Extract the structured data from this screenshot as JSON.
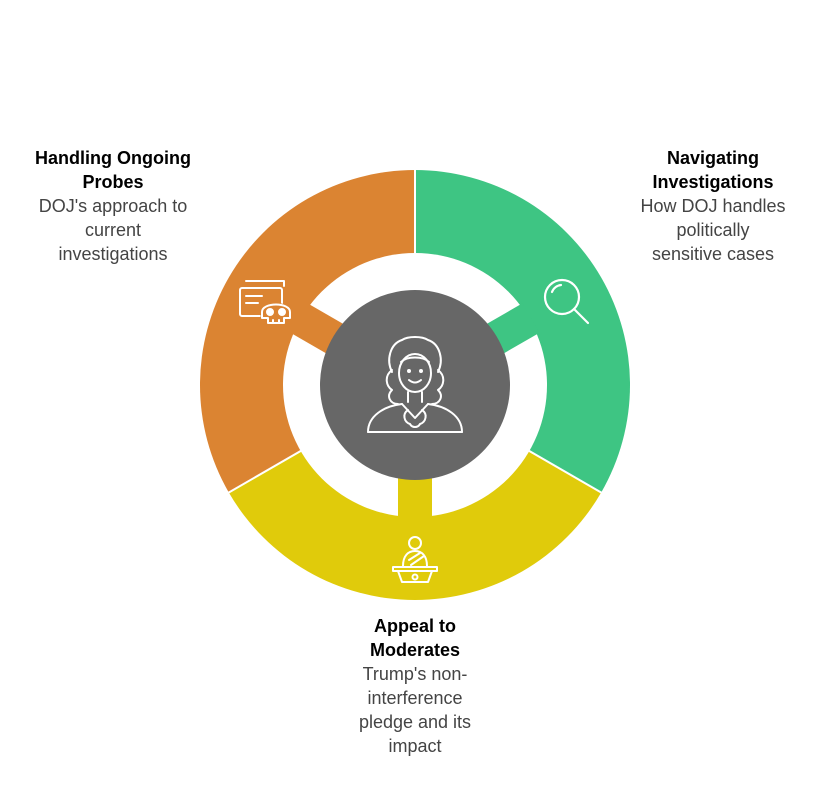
{
  "colors": {
    "orange": "#DB8432",
    "green": "#3EC583",
    "yellow": "#E0CB0B",
    "center": "#676767",
    "text": "#444444",
    "white": "#FFFFFF"
  },
  "segments": [
    {
      "key": "handling",
      "title": "Handling Ongoing Probes",
      "title_lines": [
        "Handling Ongoing",
        "Probes"
      ],
      "description_lines": [
        "DOJ's approach to",
        "current",
        "investigations"
      ],
      "icon": "confidential-documents-skull-icon"
    },
    {
      "key": "navigating",
      "title": "Navigating Investigations",
      "title_lines": [
        "Navigating",
        "Investigations"
      ],
      "description_lines": [
        "How DOJ handles",
        "politically",
        "sensitive cases"
      ],
      "icon": "magnifying-glass-icon"
    },
    {
      "key": "appeal",
      "title": "Appeal to Moderates",
      "title_lines": [
        "Appeal to",
        "Moderates"
      ],
      "description_lines": [
        "Trump's non-",
        "interference",
        "pledge and its",
        "impact"
      ],
      "icon": "speaker-podium-icon"
    }
  ],
  "center_icon": "judge-icon"
}
